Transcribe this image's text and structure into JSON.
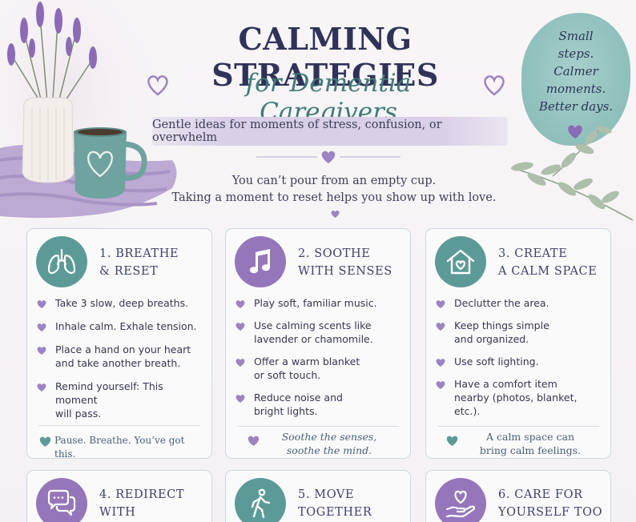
{
  "header": {
    "title": "CALMING STRATEGIES",
    "subtitle": "for Dementia Caregivers",
    "tagline": "Gentle ideas for moments of stress, confusion, or overwhelm",
    "intro_line1": "You can’t pour from an empty cup.",
    "intro_line2": "Taking a moment to reset helps you show up with love."
  },
  "badge": {
    "line1": "Small",
    "line2": "steps.",
    "line3": "Calmer",
    "line4": "moments.",
    "line5": "Better days."
  },
  "colors": {
    "navy": "#2f3259",
    "teal": "#5c9a98",
    "purple": "#9676ba",
    "lavender_heart": "#9b84c4",
    "teal_heart": "#5c9a98"
  },
  "cards": [
    {
      "title_line1": "1. BREATHE",
      "title_line2": "& RESET",
      "icon": "lungs-icon",
      "bullets": [
        {
          "line1": "Take 3 slow, deep breaths.",
          "line2": ""
        },
        {
          "line1": "Inhale calm. Exhale tension.",
          "line2": ""
        },
        {
          "line1": "Place a hand on your heart",
          "line2": "and take another breath."
        },
        {
          "line1": "Remind yourself: This moment",
          "line2": "will pass."
        }
      ],
      "footer_line1": "Pause. Breathe. You’ve got this.",
      "footer_line2": ""
    },
    {
      "title_line1": "2. SOOTHE",
      "title_line2": "WITH SENSES",
      "icon": "music-note-icon",
      "bullets": [
        {
          "line1": "Play soft, familiar music.",
          "line2": ""
        },
        {
          "line1": "Use calming scents like",
          "line2": "lavender or chamomile."
        },
        {
          "line1": "Offer a warm blanket",
          "line2": "or soft touch."
        },
        {
          "line1": "Reduce noise and",
          "line2": "bright lights."
        }
      ],
      "footer_line1": "Soothe the senses,",
      "footer_line2": "soothe the mind."
    },
    {
      "title_line1": "3. CREATE",
      "title_line2": "A CALM SPACE",
      "icon": "house-heart-icon",
      "bullets": [
        {
          "line1": "Declutter the area.",
          "line2": ""
        },
        {
          "line1": "Keep things simple",
          "line2": "and organized."
        },
        {
          "line1": "Use soft lighting.",
          "line2": ""
        },
        {
          "line1": "Have a comfort item",
          "line2": "nearby (photos, blanket, etc.)."
        }
      ],
      "footer_line1": "A calm space can",
      "footer_line2": "bring calm feelings."
    },
    {
      "title_line1": "4. REDIRECT",
      "title_line2": "WITH KINDNESS",
      "icon": "chat-bubbles-icon"
    },
    {
      "title_line1": "5. MOVE",
      "title_line2": "TOGETHER",
      "icon": "walking-person-icon"
    },
    {
      "title_line1": "6. CARE FOR",
      "title_line2": "YOURSELF TOO",
      "icon": "hand-heart-icon"
    }
  ]
}
